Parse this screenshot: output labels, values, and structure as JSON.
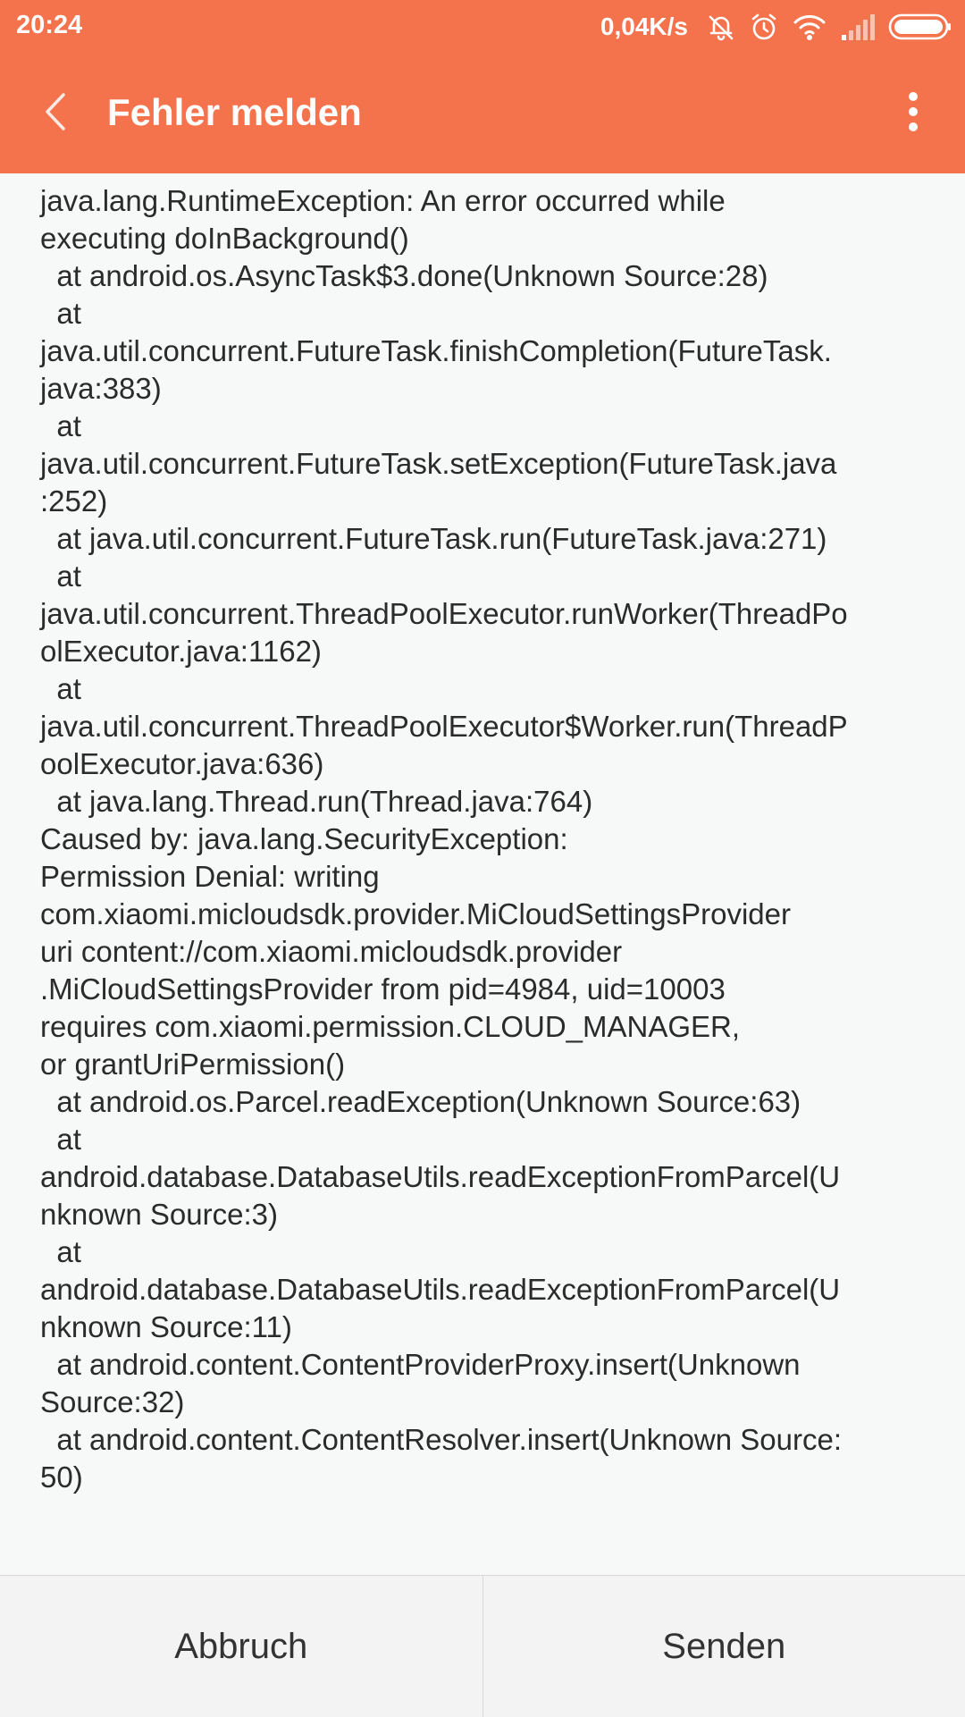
{
  "status_bar": {
    "time": "20:24",
    "network_speed": "0,04K/s",
    "icons": [
      "muted-bell-icon",
      "alarm-icon",
      "wifi-icon",
      "signal-icon",
      "battery-icon"
    ]
  },
  "app_bar": {
    "title": "Fehler melden",
    "back_icon": "chevron-left-icon",
    "menu_icon": "overflow-menu-icon",
    "color": "#f5734c"
  },
  "stack_trace": "java.lang.RuntimeException: An error occurred while\nexecuting doInBackground()\n  at android.os.AsyncTask$3.done(Unknown Source:28)\n  at\njava.util.concurrent.FutureTask.finishCompletion(FutureTask.\njava:383)\n  at\njava.util.concurrent.FutureTask.setException(FutureTask.java\n:252)\n  at java.util.concurrent.FutureTask.run(FutureTask.java:271)\n  at\njava.util.concurrent.ThreadPoolExecutor.runWorker(ThreadPo\nolExecutor.java:1162)\n  at\njava.util.concurrent.ThreadPoolExecutor$Worker.run(ThreadP\noolExecutor.java:636)\n  at java.lang.Thread.run(Thread.java:764)\nCaused by: java.lang.SecurityException:\nPermission Denial: writing\ncom.xiaomi.micloudsdk.provider.MiCloudSettingsProvider\nuri content://com.xiaomi.micloudsdk.provider\n.MiCloudSettingsProvider from pid=4984, uid=10003\nrequires com.xiaomi.permission.CLOUD_MANAGER,\nor grantUriPermission()\n  at android.os.Parcel.readException(Unknown Source:63)\n  at\nandroid.database.DatabaseUtils.readExceptionFromParcel(U\nnknown Source:3)\n  at\nandroid.database.DatabaseUtils.readExceptionFromParcel(U\nnknown Source:11)\n  at android.content.ContentProviderProxy.insert(Unknown\nSource:32)\n  at android.content.ContentResolver.insert(Unknown Source:\n50)",
  "footer": {
    "cancel_label": "Abbruch",
    "send_label": "Senden"
  }
}
